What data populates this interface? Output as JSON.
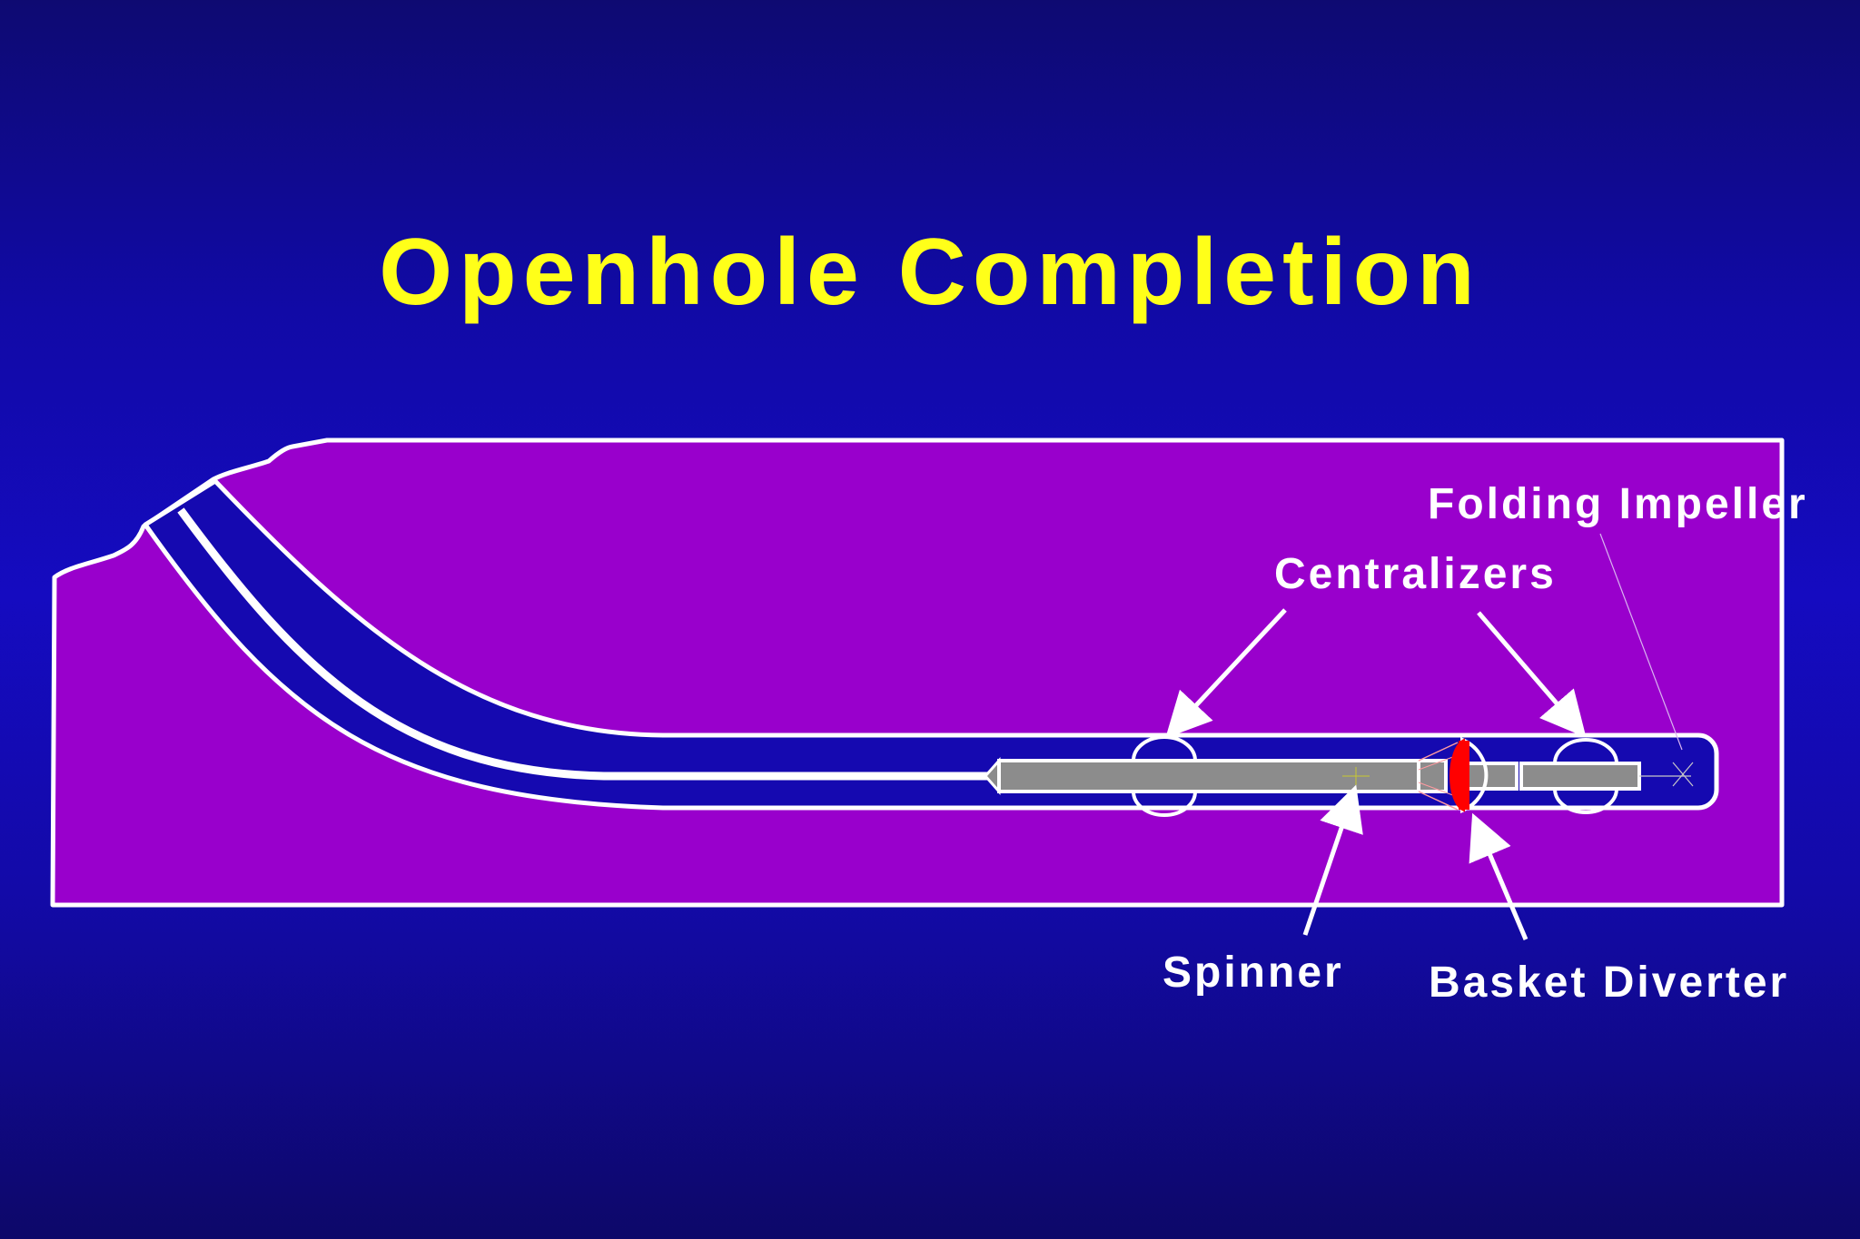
{
  "title": "Openhole Completion",
  "labels": {
    "folding_impeller": "Folding Impeller",
    "centralizers": "Centralizers",
    "spinner": "Spinner",
    "basket_diverter": "Basket Diverter"
  },
  "colors": {
    "background_center": "#150bc0",
    "background_edge": "#0d0869",
    "formation": "#9900cc",
    "borehole": "#1509b0",
    "outline": "#ffffff",
    "title": "#ffff19",
    "tool_body": "#8c8c8c",
    "diverter": "#ff0000",
    "label": "#ffffff"
  }
}
